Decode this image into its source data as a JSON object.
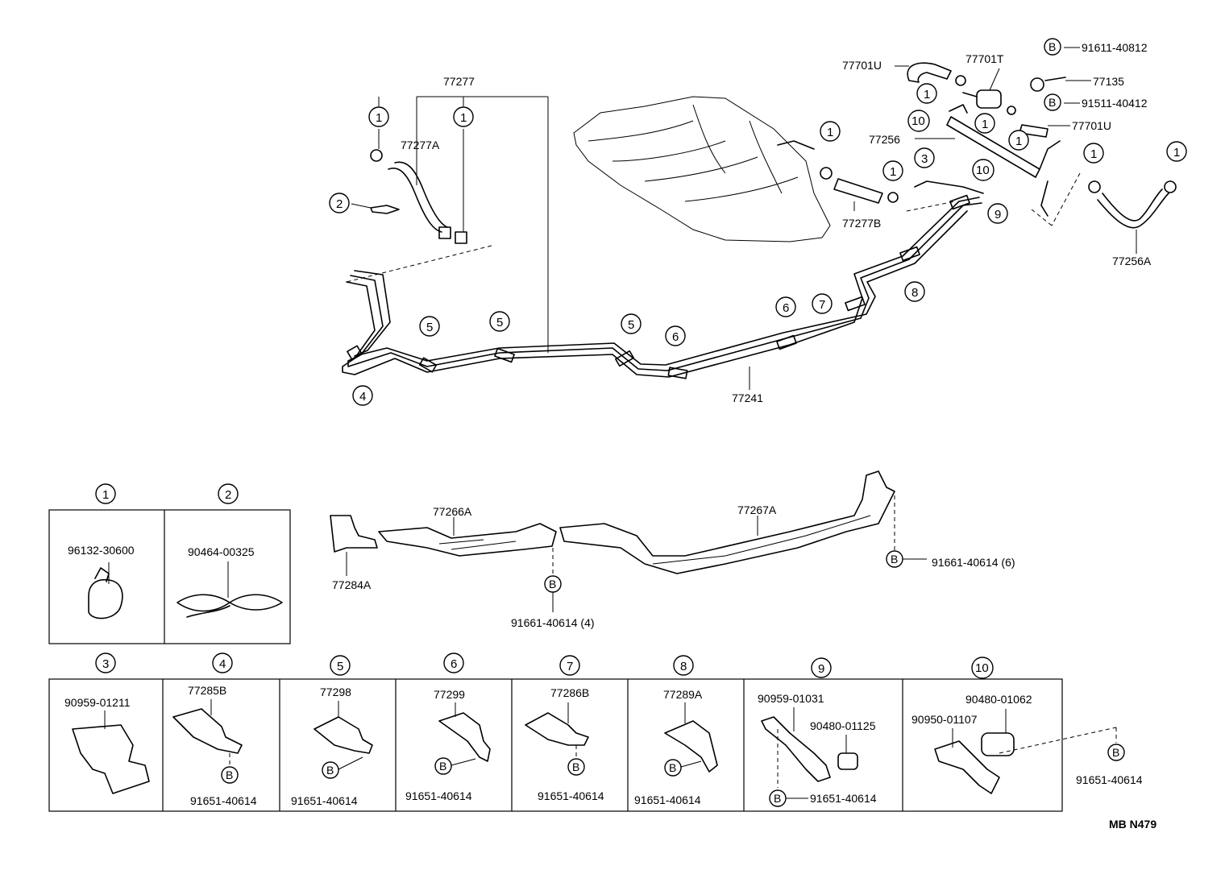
{
  "circled_numbers": [
    "1",
    "2",
    "3",
    "4",
    "5",
    "6",
    "7",
    "8",
    "9",
    "10"
  ],
  "bolt_symbol": "B",
  "main_parts": {
    "p77277": "77277",
    "p77277A": "77277A",
    "p77241": "77241",
    "p77701U_a": "77701U",
    "p77701T": "77701T",
    "p91611": "91611-40812",
    "p77135": "77135",
    "p91511": "91511-40412",
    "p77701U_b": "77701U",
    "p77256": "77256",
    "p77277B": "77277B",
    "p77256A": "77256A"
  },
  "bracket_parts": {
    "p77266A": "77266A",
    "p77267A": "77267A",
    "p77284A": "77284A",
    "p91661_4": "91661-40614 (4)",
    "p91661_6": "91661-40614 (6)"
  },
  "clamp_table": [
    {
      "num": "1",
      "parts": [
        "96132-30600"
      ]
    },
    {
      "num": "2",
      "parts": [
        "90464-00325"
      ]
    },
    {
      "num": "3",
      "parts": [
        "90959-01211"
      ]
    },
    {
      "num": "4",
      "parts": [
        "77285B",
        "91651-40614"
      ]
    },
    {
      "num": "5",
      "parts": [
        "77298",
        "91651-40614"
      ]
    },
    {
      "num": "6",
      "parts": [
        "77299",
        "91651-40614"
      ]
    },
    {
      "num": "7",
      "parts": [
        "77286B",
        "91651-40614"
      ]
    },
    {
      "num": "8",
      "parts": [
        "77289A",
        "91651-40614"
      ]
    },
    {
      "num": "9",
      "parts": [
        "90959-01031",
        "90480-01125",
        "91651-40614"
      ]
    },
    {
      "num": "10",
      "parts": [
        "90950-01107",
        "90480-01062",
        "91651-40614"
      ]
    }
  ],
  "diagram_code": "MB N479"
}
